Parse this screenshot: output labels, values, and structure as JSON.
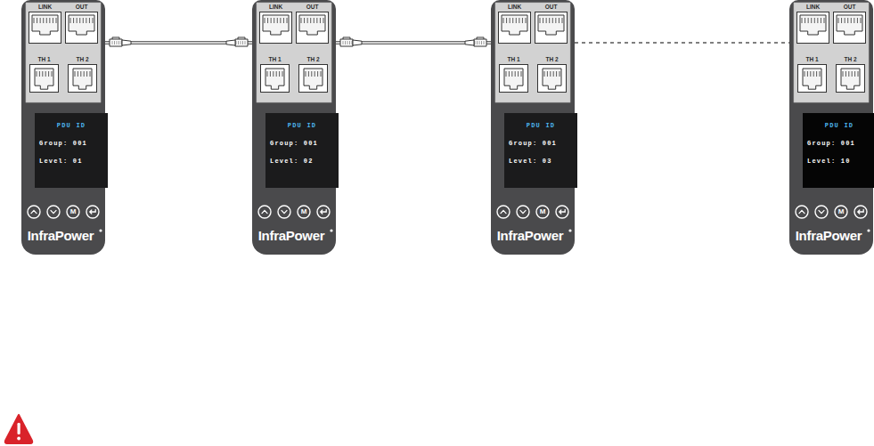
{
  "diagram": {
    "nodes": [
      {
        "text": [
          "InfraPower"
        ]
      },
      {
        "text": [
          "LINK"
        ],
        "in": 0
      },
      {
        "text": [
          "OUT"
        ],
        "in": 0
      },
      {
        "text": [
          "TH 1"
        ],
        "in": 0
      },
      {
        "text": [
          "TH 2"
        ],
        "in": 0
      },
      {
        "text": [
          "PDU ID",
          "Group: 001",
          "Level: 01"
        ],
        "in": 0
      },
      {
        "text": [
          "InfraPower"
        ]
      },
      {
        "text": [
          "LINK"
        ],
        "in": 6
      },
      {
        "text": [
          "OUT"
        ],
        "in": 6
      },
      {
        "text": [
          "TH 1"
        ],
        "in": 6
      },
      {
        "text": [
          "TH 2"
        ],
        "in": 6
      },
      {
        "text": [
          "PDU ID",
          "Group: 001",
          "Level: 02"
        ],
        "in": 6
      },
      {
        "text": [
          "InfraPower"
        ]
      },
      {
        "text": [
          "LINK"
        ],
        "in": 12
      },
      {
        "text": [
          "OUT"
        ],
        "in": 12
      },
      {
        "text": [
          "TH 1"
        ],
        "in": 12
      },
      {
        "text": [
          "TH 2"
        ],
        "in": 12
      },
      {
        "text": [
          "PDU ID",
          "Group: 001",
          "Level: 03"
        ],
        "in": 12
      },
      {
        "text": [
          "InfraPower"
        ]
      },
      {
        "text": [
          "LINK"
        ],
        "in": 18
      },
      {
        "text": [
          "OUT"
        ],
        "in": 18
      },
      {
        "text": [
          "TH 1"
        ],
        "in": 18
      },
      {
        "text": [
          "TH 2"
        ],
        "in": 18
      },
      {
        "text": [
          "PDU ID",
          "Group: 001",
          "Level: 10"
        ],
        "in": 18
      }
    ],
    "edges": [
      {
        "from": 0,
        "to": 6,
        "arrow": "none"
      },
      {
        "from": 6,
        "to": 12,
        "arrow": "none"
      },
      {
        "from": 12,
        "to": 18,
        "arrow": "none"
      }
    ],
    "labels": [
      "M",
      "M",
      "M",
      "M"
    ]
  }
}
